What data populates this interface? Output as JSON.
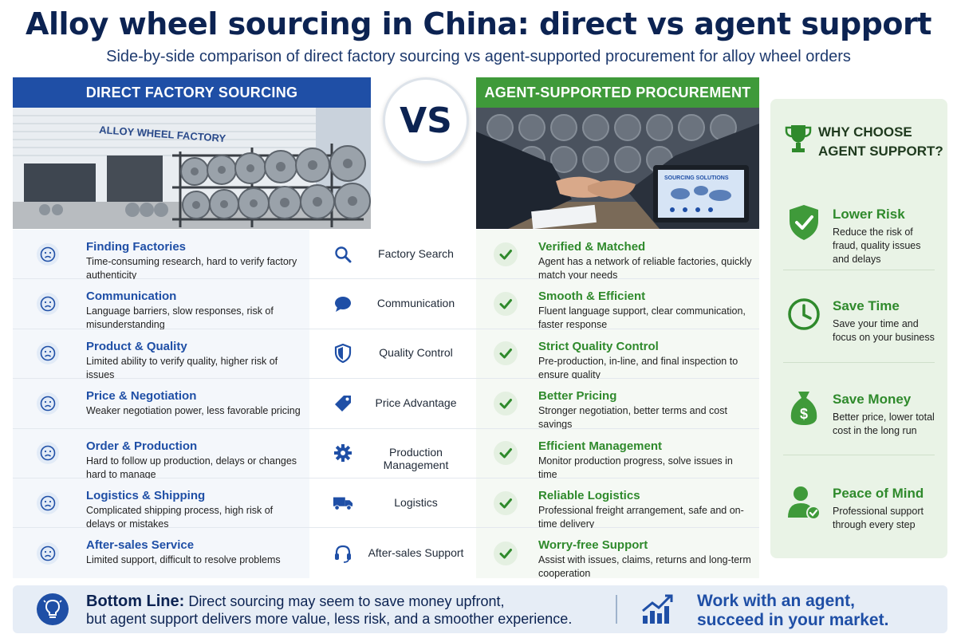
{
  "title": "Alloy wheel sourcing in China: direct vs agent support",
  "subtitle": "Side-by-side comparison of direct factory sourcing vs agent-supported procurement for alloy wheel orders",
  "left_header": "DIRECT FACTORY SOURCING",
  "right_header": "AGENT-SUPPORTED PROCUREMENT",
  "vs": "VS",
  "left_photo": {
    "sign": "ALLOY WHEEL FACTORY"
  },
  "right_photo": {
    "screen_text": "SOURCING SOLUTIONS"
  },
  "rows": [
    {
      "left_title": "Finding Factories",
      "left_desc": "Time-consuming research, hard to verify factory authenticity",
      "mid_icon": "search-icon",
      "mid_label": "Factory Search",
      "right_title": "Verified & Matched",
      "right_desc": "Agent has a network of reliable factories, quickly match your needs"
    },
    {
      "left_title": "Communication",
      "left_desc": "Language barriers, slow responses, risk of misunderstanding",
      "mid_icon": "chat-bubble-icon",
      "mid_label": "Communication",
      "right_title": "Smooth & Efficient",
      "right_desc": "Fluent language support, clear communication, faster response"
    },
    {
      "left_title": "Product & Quality",
      "left_desc": "Limited ability to verify quality, higher risk of issues",
      "mid_icon": "shield-icon",
      "mid_label": "Quality Control",
      "right_title": "Strict Quality Control",
      "right_desc": "Pre-production, in-line, and final inspection to ensure quality"
    },
    {
      "left_title": "Price & Negotiation",
      "left_desc": "Weaker negotiation power, less favorable pricing",
      "mid_icon": "price-tag-icon",
      "mid_label": "Price Advantage",
      "right_title": "Better Pricing",
      "right_desc": "Stronger negotiation, better terms and cost savings"
    },
    {
      "left_title": "Order & Production",
      "left_desc": "Hard to follow up production, delays or changes hard to manage",
      "mid_icon": "gear-icon",
      "mid_label": "Production Management",
      "right_title": "Efficient Management",
      "right_desc": "Monitor production progress, solve issues in time"
    },
    {
      "left_title": "Logistics & Shipping",
      "left_desc": "Complicated shipping process, high risk of delays or mistakes",
      "mid_icon": "truck-icon",
      "mid_label": "Logistics",
      "right_title": "Reliable Logistics",
      "right_desc": "Professional freight arrangement, safe and on-time delivery"
    },
    {
      "left_title": "After-sales Service",
      "left_desc": "Limited support, difficult to resolve problems",
      "mid_icon": "headset-icon",
      "mid_label": "After-sales Support",
      "right_title": "Worry-free Support",
      "right_desc": "Assist with issues, claims, returns and long-term cooperation"
    }
  ],
  "sidebar": {
    "heading": "WHY CHOOSE AGENT SUPPORT?",
    "heading_icon": "trophy-icon",
    "benefits": [
      {
        "icon": "shield-check-icon",
        "title": "Lower Risk",
        "desc": "Reduce the risk of fraud, quality issues and delays"
      },
      {
        "icon": "clock-icon",
        "title": "Save Time",
        "desc": "Save your time and focus on your business"
      },
      {
        "icon": "money-bag-icon",
        "title": "Save Money",
        "desc": "Better price, lower total cost in the long run"
      },
      {
        "icon": "person-check-icon",
        "title": "Peace of Mind",
        "desc": "Professional support through every step"
      }
    ]
  },
  "bottom": {
    "label": "Bottom Line:",
    "text_line1": " Direct sourcing may seem to save money upfront,",
    "text_line2": "but agent support delivers more value, less risk, and a smoother experience.",
    "cta_line1": "Work with an agent,",
    "cta_line2": "succeed in your market."
  },
  "colors": {
    "navy": "#0c2352",
    "blue": "#1f4fa6",
    "green": "#3f9a3a",
    "green_text": "#2f8a2c",
    "side_bg": "#e9f3e6"
  }
}
